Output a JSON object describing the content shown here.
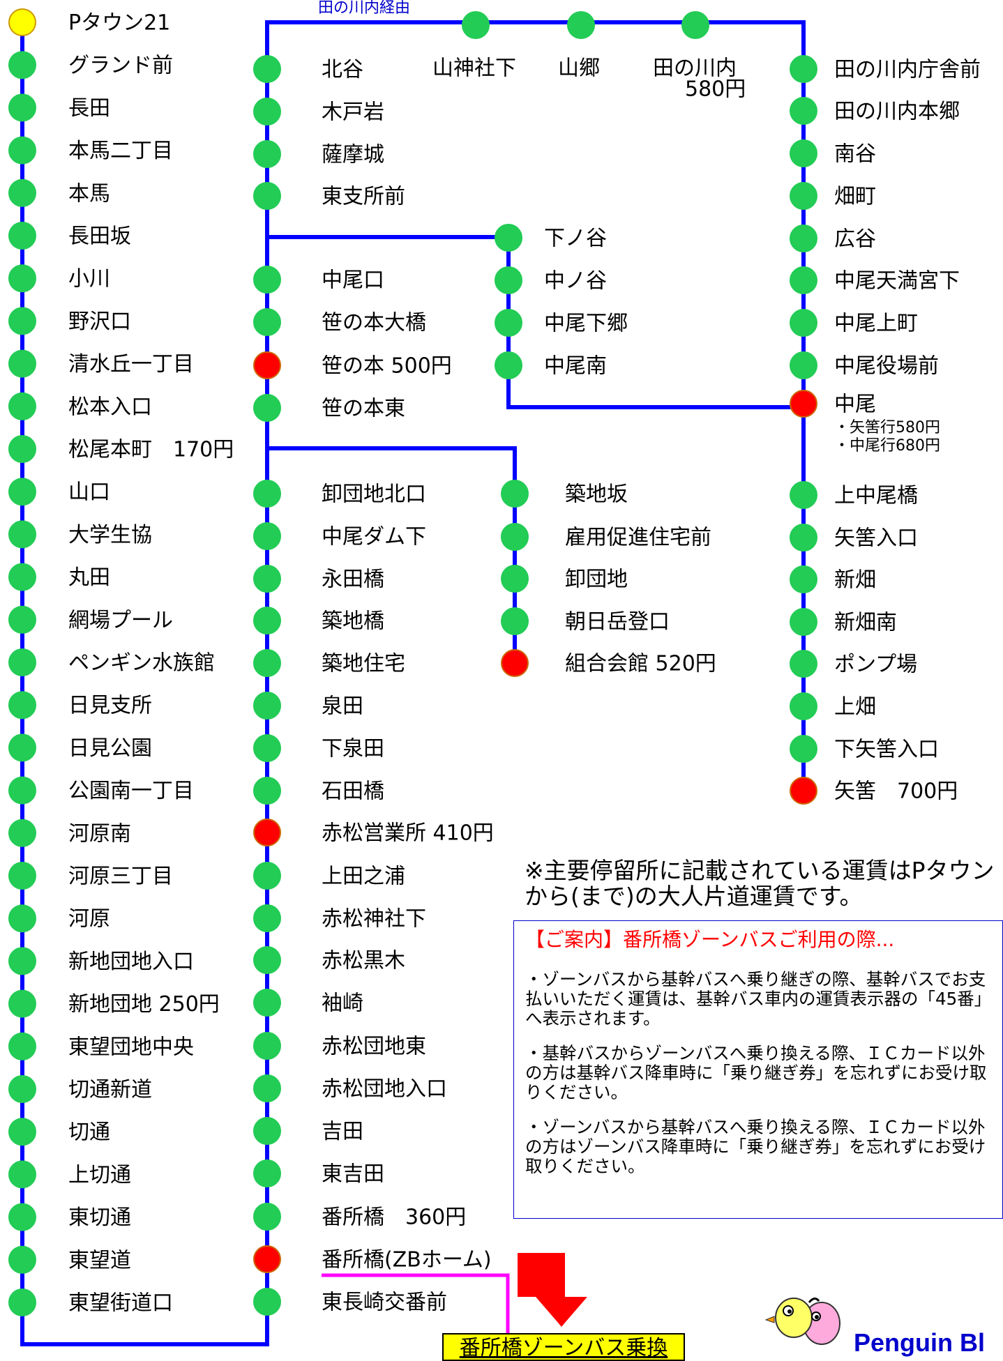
{
  "colors": {
    "route": "#0000ff",
    "stop": "#22cc55",
    "major_stop": "#ff0000",
    "terminal": "#ffff00",
    "feeder_line": "#ff00ff",
    "arrow": "#ff0000"
  },
  "via_label": "田の川内経由",
  "lines": {
    "col1": [
      "Pタウン21",
      "グランド前",
      "長田",
      "本馬二丁目",
      "本馬",
      "長田坂",
      "小川",
      "野沢口",
      "清水丘一丁目",
      "松本入口",
      "松尾本町　170円",
      "山口",
      "大学生協",
      "丸田",
      "網場プール",
      "ペンギン水族館",
      "日見支所",
      "日見公園",
      "公園南一丁目",
      "河原南",
      "河原三丁目",
      "河原",
      "新地団地入口",
      "新地団地 250円",
      "東望団地中央",
      "切通新道",
      "切通",
      "上切通",
      "東切通",
      "東望道",
      "東望街道口"
    ],
    "col2": [
      "北谷",
      "木戸岩",
      "薩摩城",
      "東支所前",
      "中尾口",
      "笹の本大橋",
      "笹の本 500円",
      "笹の本東",
      "卸団地北口",
      "中尾ダム下",
      "永田橋",
      "築地橋",
      "築地住宅",
      "泉田",
      "下泉田",
      "石田橋",
      "赤松営業所 410円",
      "上田之浦",
      "赤松神社下",
      "赤松黒木",
      "袖崎",
      "赤松団地東",
      "赤松団地入口",
      "吉田",
      "東吉田",
      "番所橋　360円",
      "番所橋(ZBホーム)",
      "東長崎交番前"
    ],
    "top": [
      "山神社下",
      "山郷",
      "田の川内"
    ],
    "top_fare": "580円",
    "branch_a": [
      "下ノ谷",
      "中ノ谷",
      "中尾下郷",
      "中尾南"
    ],
    "branch_b": [
      "築地坂",
      "雇用促進住宅前",
      "卸団地",
      "朝日岳登口",
      "組合会館 520円"
    ],
    "col4": [
      "田の川内庁舎前",
      "田の川内本郷",
      "南谷",
      "畑町",
      "広谷",
      "中尾天満宮下",
      "中尾上町",
      "中尾役場前",
      "中尾",
      "上中尾橋",
      "矢筈入口",
      "新畑",
      "新畑南",
      "ポンプ場",
      "上畑",
      "下矢筈入口",
      "矢筈　700円"
    ],
    "nakao_fares": [
      "・矢筈行580円",
      "・中尾行680円"
    ]
  },
  "note": {
    "line1": "※主要停留所に記載されている運賃はPタウン",
    "line2": "から(まで)の大人片道運賃です。"
  },
  "notice": {
    "title": "【ご案内】番所橋ゾーンバスご利用の際...",
    "p1": "・ゾーンバスから基幹バスへ乗り継ぎの際、基幹バスでお支払いいただく運賃は、基幹バス車内の運賃表示器の「45番」へ表示されます。",
    "p2": "・基幹バスからゾーンバスへ乗り換える際、ＩＣカード以外の方は基幹バス降車時に「乗り継ぎ券」を忘れずにお受け取りください。",
    "p3": "・ゾーンバスから基幹バスへ乗り換える際、ＩＣカード以外の方はゾーンバス降車時に「乗り継ぎ券」を忘れずにお受け取りください。"
  },
  "transfer_box": "番所橋ゾーンバス乗換",
  "brand": "Penguin Bl",
  "icons": [
    "penguin-mascot-icon",
    "down-arrow-icon"
  ]
}
